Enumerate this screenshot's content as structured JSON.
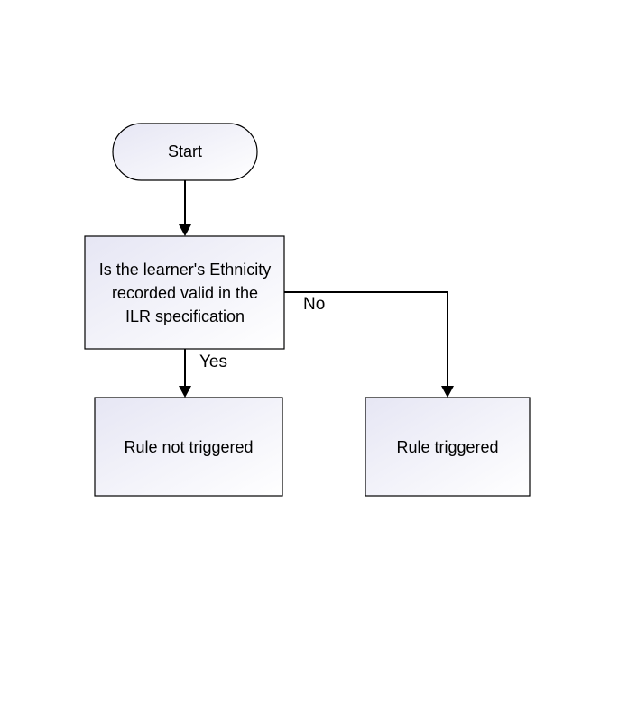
{
  "nodes": {
    "start": {
      "label": "Start"
    },
    "decision": {
      "lines": [
        "Is the learner's Ethnicity",
        "recorded valid in the",
        "ILR specification"
      ]
    },
    "not_triggered": {
      "label": "Rule not triggered"
    },
    "triggered": {
      "label": "Rule triggered"
    }
  },
  "edges": {
    "yes_label": "Yes",
    "no_label": "No"
  },
  "colors": {
    "stroke": "#000000",
    "fill_start": "#e6e6f4",
    "fill_end": "#ffffff"
  }
}
